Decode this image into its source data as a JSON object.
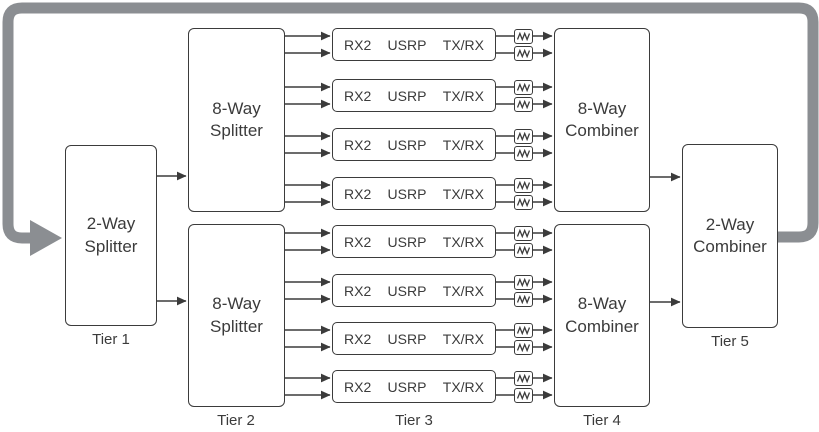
{
  "colors": {
    "loop_gray": "#8b8e92",
    "line_dark": "#3b3b3b",
    "box_fill": "#ffffff",
    "background": "#ffffff"
  },
  "tier1": {
    "box_label": "2-Way Splitter",
    "tier_label": "Tier 1"
  },
  "tier2": {
    "splitters": [
      {
        "label": "8-Way Splitter"
      },
      {
        "label": "8-Way Splitter"
      }
    ],
    "tier_label": "Tier 2"
  },
  "tier3": {
    "radios": [
      {
        "left_port": "RX2",
        "device": "USRP",
        "right_port": "TX/RX"
      },
      {
        "left_port": "RX2",
        "device": "USRP",
        "right_port": "TX/RX"
      },
      {
        "left_port": "RX2",
        "device": "USRP",
        "right_port": "TX/RX"
      },
      {
        "left_port": "RX2",
        "device": "USRP",
        "right_port": "TX/RX"
      },
      {
        "left_port": "RX2",
        "device": "USRP",
        "right_port": "TX/RX"
      },
      {
        "left_port": "RX2",
        "device": "USRP",
        "right_port": "TX/RX"
      },
      {
        "left_port": "RX2",
        "device": "USRP",
        "right_port": "TX/RX"
      },
      {
        "left_port": "RX2",
        "device": "USRP",
        "right_port": "TX/RX"
      }
    ],
    "tier_label": "Tier 3"
  },
  "tier4": {
    "combiners": [
      {
        "label": "8-Way Combiner"
      },
      {
        "label": "8-Way Combiner"
      }
    ],
    "tier_label": "Tier 4"
  },
  "tier5": {
    "box_label": "2-Way Combiner",
    "tier_label": "Tier 5"
  }
}
